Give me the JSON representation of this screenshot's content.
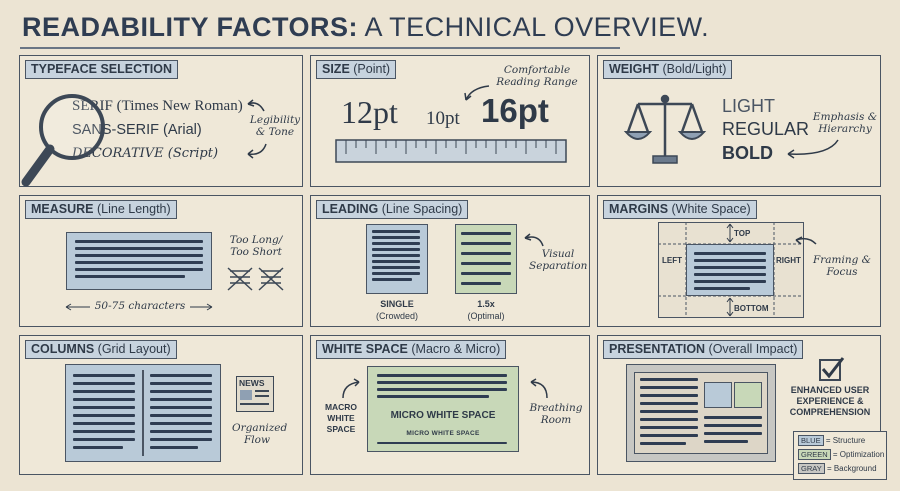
{
  "title": {
    "bold": "READABILITY FACTORS:",
    "rest": " A TECHNICAL OVERVIEW."
  },
  "panels": {
    "typeface": {
      "bold": "TYPEFACE SELECTION",
      "rest": "",
      "serif": "SERIF (Times New Roman)",
      "sans": "SANS-SERIF (Arial)",
      "deco": "DECORATIVE (Script)",
      "note": "Legibility & Tone"
    },
    "size": {
      "bold": "SIZE",
      "rest": " (Point)",
      "s12": "12pt",
      "s10": "10pt",
      "s16": "16pt",
      "note": "Comfortable Reading Range"
    },
    "weight": {
      "bold": "WEIGHT",
      "rest": " (Bold/Light)",
      "light": "LIGHT",
      "regular": "REGULAR",
      "boldw": "BOLD",
      "note": "Emphasis & Hierarchy"
    },
    "measure": {
      "bold": "MEASURE",
      "rest": " (Line Length)",
      "note": "Too Long/ Too Short",
      "chars": "50-75 characters"
    },
    "leading": {
      "bold": "LEADING",
      "rest": " (Line Spacing)",
      "single": "SINGLE",
      "single_sub": "(Crowded)",
      "onefive": "1.5x",
      "onefive_sub": "(Optimal)",
      "note": "Visual Separation"
    },
    "margins": {
      "bold": "MARGINS",
      "rest": " (White Space)",
      "top": "TOP",
      "left": "LEFT",
      "right": "RIGHT",
      "bottom": "BOTTOM",
      "note": "Framing & Focus"
    },
    "columns": {
      "bold": "COLUMNS",
      "rest": " (Grid Layout)",
      "news": "NEWS",
      "note": "Organized Flow"
    },
    "whitespace": {
      "bold": "WHITE SPACE",
      "rest": " (Macro & Micro)",
      "macro": "MACRO WHITE SPACE",
      "micro_big": "MICRO WHITE SPACE",
      "micro_small": "MICRO WHITE SPACE",
      "note": "Breathing Room"
    },
    "presentation": {
      "bold": "PRESENTATION",
      "rest": " (Overall Impact)",
      "result": "ENHANCED USER EXPERIENCE & COMPREHENSION"
    }
  },
  "legend": [
    {
      "key": "BLUE",
      "desc": "= Structure",
      "color": "#b9cad8"
    },
    {
      "key": "GREEN",
      "desc": "= Optimization",
      "color": "#c8d8b8"
    },
    {
      "key": "GRAY",
      "desc": "= Background",
      "color": "#c7c7c3"
    }
  ]
}
